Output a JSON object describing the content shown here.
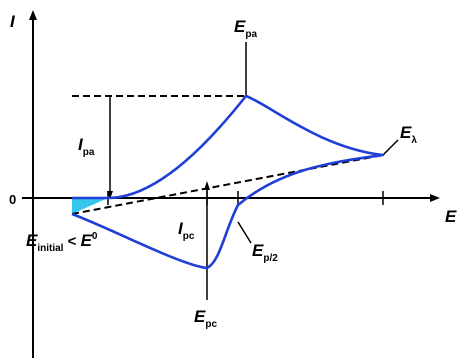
{
  "colors": {
    "curve": "#1f3fd6",
    "ink": "#000000",
    "background": "#ffffff"
  },
  "labels": {
    "y_axis": "I",
    "x_axis": "E",
    "origin": "0",
    "e_pa": {
      "main": "E",
      "sub": "pa"
    },
    "e_lambda": {
      "main": "E",
      "sub": "λ"
    },
    "i_pa": {
      "main": "I",
      "sub": "pa"
    },
    "i_pc": {
      "main": "I",
      "sub": "pc"
    },
    "e_p2": {
      "main": "E",
      "sub": "p/2"
    },
    "e_pc": {
      "main": "E",
      "sub": "pc"
    },
    "e_initial": {
      "main": "E",
      "sub": "initial",
      "relation": " < ",
      "rhs": "E",
      "sup": "0"
    }
  }
}
